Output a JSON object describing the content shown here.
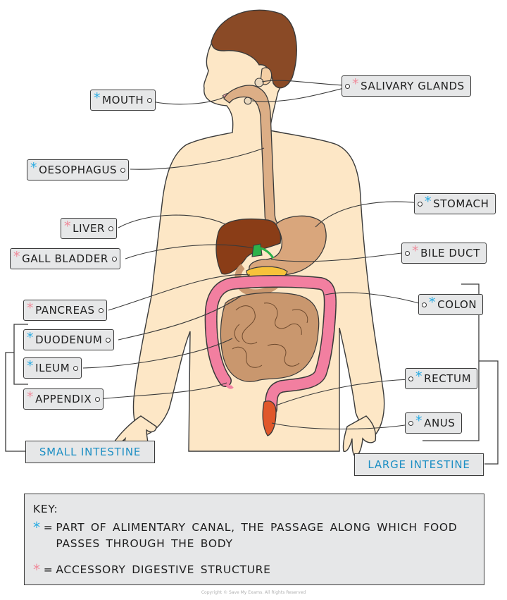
{
  "labels": {
    "mouth": {
      "text": "MOUTH",
      "star": "blue"
    },
    "oesophagus": {
      "text": "OESOPHAGUS",
      "star": "blue"
    },
    "liver": {
      "text": "LIVER",
      "star": "pink"
    },
    "gall_bladder": {
      "text": "GALL BLADDER",
      "star": "pink"
    },
    "pancreas": {
      "text": "PANCREAS",
      "star": "pink"
    },
    "duodenum": {
      "text": "DUODENUM",
      "star": "blue"
    },
    "ileum": {
      "text": "ILEUM",
      "star": "blue"
    },
    "appendix": {
      "text": "APPENDIX",
      "star": "pink"
    },
    "salivary_glands": {
      "text": "SALIVARY GLANDS",
      "star": "pink"
    },
    "stomach": {
      "text": "STOMACH",
      "star": "blue"
    },
    "bile_duct": {
      "text": "BILE DUCT",
      "star": "pink"
    },
    "colon": {
      "text": "COLON",
      "star": "blue"
    },
    "rectum": {
      "text": "RECTUM",
      "star": "blue"
    },
    "anus": {
      "text": "ANUS",
      "star": "blue"
    }
  },
  "groups": {
    "small_intestine": "SMALL INTESTINE",
    "large_intestine": "LARGE INTESTINE"
  },
  "key": {
    "title": "KEY:",
    "equals": "=",
    "blue_text": "PART OF ALIMENTARY CANAL, THE PASSAGE ALONG WHICH FOOD PASSES THROUGH THE BODY",
    "pink_text": "ACCESSORY DIGESTIVE STRUCTURE"
  },
  "star_symbol": "*",
  "copyright": "Copyright © Save My Exams. All Rights Reserved",
  "colors": {
    "skin": "#fde7c6",
    "hair": "#8a4a26",
    "tube": "#dcae86",
    "liver": "#8a3d17",
    "stomach": "#d9a67c",
    "pancreas": "#f7c23a",
    "gall_bladder": "#2db24a",
    "large_intestine": "#f27fa0",
    "small_intestine": "#c9976e",
    "rectum": "#e0572a",
    "blue_star": "#29abe2",
    "pink_star": "#f08a9a",
    "label_box": "#e6e7e8",
    "group_text": "#1d8fc4"
  }
}
